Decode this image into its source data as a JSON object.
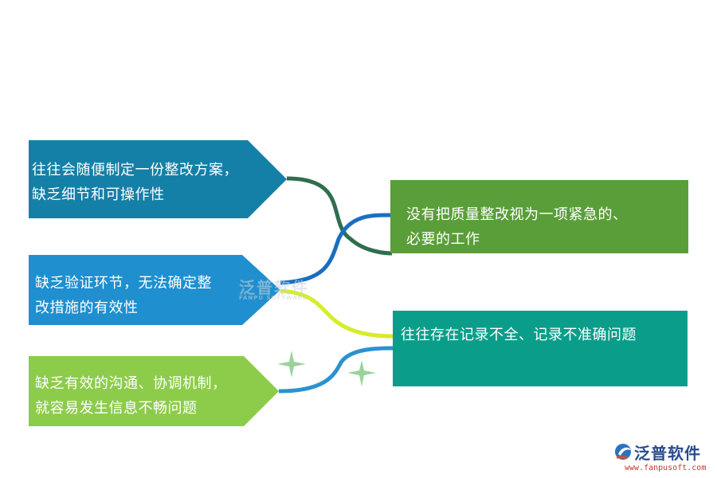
{
  "nodes_left": [
    {
      "text_line1": "往往会随便制定一份整改方案，",
      "text_line2": "缺乏细节和可操作性",
      "color": "#1580a7"
    },
    {
      "text_line1": "缺乏验证环节，无法确定整",
      "text_line2": "改措施的有效性",
      "color": "#1f8fd0"
    },
    {
      "text_line1": "缺乏有效的沟通、协调机制，",
      "text_line2": "就容易发生信息不畅问题",
      "color": "#8ccc4a"
    }
  ],
  "nodes_right": [
    {
      "text_line1": "没有把质量整改视为一项紧急的、",
      "text_line2": "必要的工作",
      "color": "#5a9e3a"
    },
    {
      "text_line1": "往往存在记录不全、记录不准确问题",
      "color": "#0a9e8a"
    }
  ],
  "connector_colors": [
    "#2f6e4f",
    "#1a6ec0",
    "#d7ec2a",
    "#2b92d0"
  ],
  "sparkle_color": "#9ad39a",
  "watermark": {
    "text": "泛普软件",
    "sub": "FANPU SOFTWARE"
  },
  "logo": {
    "name": "泛普软件",
    "url": "www.fanpusoft.com"
  }
}
